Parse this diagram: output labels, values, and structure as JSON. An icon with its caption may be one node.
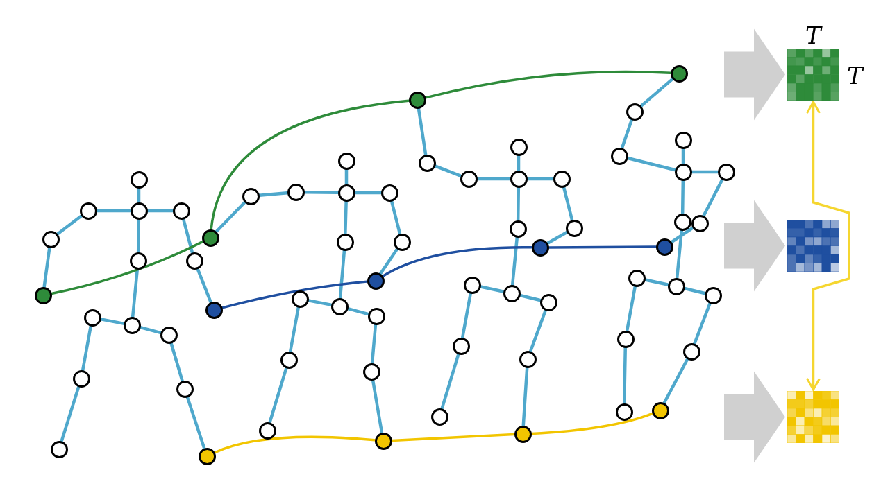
{
  "diagram": {
    "nodes": [
      {
        "text": [],
        "shape": "circle"
      },
      {
        "text": [],
        "shape": "circle"
      },
      {
        "text": [],
        "shape": "circle"
      },
      {
        "text": [],
        "shape": "circle"
      },
      {
        "text": [],
        "shape": "circle"
      },
      {
        "text": [],
        "shape": "circle"
      },
      {
        "text": [],
        "shape": "circle"
      },
      {
        "text": [],
        "shape": "circle"
      },
      {
        "text": [],
        "shape": "circle"
      },
      {
        "text": [],
        "shape": "circle"
      },
      {
        "text": [],
        "shape": "circle"
      },
      {
        "text": [],
        "shape": "circle"
      },
      {
        "text": [],
        "shape": "circle"
      },
      {
        "text": [],
        "shape": "circle"
      },
      {
        "text": [],
        "shape": "circle"
      },
      {
        "text": [],
        "shape": "circle"
      },
      {
        "text": [],
        "shape": "circle"
      },
      {
        "text": [],
        "shape": "circle"
      },
      {
        "text": [],
        "shape": "circle"
      },
      {
        "text": [],
        "shape": "circle"
      },
      {
        "text": [],
        "shape": "circle"
      },
      {
        "text": [],
        "shape": "circle"
      },
      {
        "text": [],
        "shape": "circle"
      },
      {
        "text": [],
        "shape": "circle"
      },
      {
        "text": [],
        "shape": "circle"
      },
      {
        "text": [],
        "shape": "circle"
      },
      {
        "text": [],
        "shape": "circle"
      },
      {
        "text": [],
        "shape": "circle"
      },
      {
        "text": [],
        "shape": "circle"
      },
      {
        "text": [],
        "shape": "circle"
      },
      {
        "text": [],
        "shape": "circle"
      },
      {
        "text": [],
        "shape": "circle"
      },
      {
        "text": [],
        "shape": "circle"
      },
      {
        "text": [],
        "shape": "circle"
      },
      {
        "text": [],
        "shape": "circle"
      },
      {
        "text": [],
        "shape": "circle"
      },
      {
        "text": [],
        "shape": "circle"
      },
      {
        "text": [],
        "shape": "circle"
      },
      {
        "text": [],
        "shape": "circle"
      },
      {
        "text": [],
        "shape": "circle"
      },
      {
        "text": [],
        "shape": "circle"
      },
      {
        "text": [],
        "shape": "circle"
      },
      {
        "text": [],
        "shape": "circle"
      },
      {
        "text": [],
        "shape": "circle"
      },
      {
        "text": [],
        "shape": "circle"
      },
      {
        "text": [],
        "shape": "circle"
      },
      {
        "text": [],
        "shape": "circle"
      },
      {
        "text": [],
        "shape": "circle"
      },
      {
        "text": [],
        "shape": "circle"
      },
      {
        "text": [],
        "shape": "circle"
      },
      {
        "text": [],
        "shape": "circle"
      },
      {
        "text": [],
        "shape": "circle"
      },
      {
        "text": [],
        "shape": "circle"
      },
      {
        "text": [],
        "shape": "circle"
      },
      {
        "text": [],
        "shape": "circle"
      },
      {
        "text": [],
        "shape": "circle"
      },
      {
        "text": [],
        "shape": "circle"
      },
      {
        "text": [],
        "shape": "circle"
      },
      {
        "text": [],
        "shape": "circle"
      },
      {
        "text": [],
        "shape": "circle"
      },
      {
        "text": [],
        "shape": "circle"
      },
      {
        "text": [],
        "shape": "circle"
      },
      {
        "text": [],
        "shape": "circle"
      },
      {
        "text": [],
        "shape": "circle"
      },
      {
        "text": [],
        "shape": "picture",
        "beside": [
          "T",
          "T"
        ]
      },
      {
        "text": [],
        "shape": "picture"
      },
      {
        "text": [],
        "shape": "picture"
      }
    ],
    "edges": [
      {
        "from": 0,
        "to": 1,
        "arrow": "none"
      },
      {
        "from": 1,
        "to": 2,
        "arrow": "none"
      },
      {
        "from": 2,
        "to": 3,
        "arrow": "none"
      },
      {
        "from": 3,
        "to": 4,
        "arrow": "none"
      },
      {
        "from": 1,
        "to": 5,
        "arrow": "none"
      },
      {
        "from": 5,
        "to": 6,
        "arrow": "none"
      },
      {
        "from": 6,
        "to": 7,
        "arrow": "none"
      },
      {
        "from": 1,
        "to": 8,
        "arrow": "none"
      },
      {
        "from": 8,
        "to": 9,
        "arrow": "none"
      },
      {
        "from": 9,
        "to": 10,
        "arrow": "none"
      },
      {
        "from": 10,
        "to": 11,
        "arrow": "none"
      },
      {
        "from": 11,
        "to": 12,
        "arrow": "none"
      },
      {
        "from": 9,
        "to": 13,
        "arrow": "none"
      },
      {
        "from": 13,
        "to": 14,
        "arrow": "none"
      },
      {
        "from": 14,
        "to": 15,
        "arrow": "none"
      },
      {
        "from": 16,
        "to": 17,
        "arrow": "none"
      },
      {
        "from": 17,
        "to": 18,
        "arrow": "none"
      },
      {
        "from": 18,
        "to": 19,
        "arrow": "none"
      },
      {
        "from": 19,
        "to": 20,
        "arrow": "none"
      },
      {
        "from": 17,
        "to": 21,
        "arrow": "none"
      },
      {
        "from": 21,
        "to": 22,
        "arrow": "none"
      },
      {
        "from": 22,
        "to": 23,
        "arrow": "none"
      },
      {
        "from": 17,
        "to": 24,
        "arrow": "none"
      },
      {
        "from": 24,
        "to": 25,
        "arrow": "none"
      },
      {
        "from": 25,
        "to": 26,
        "arrow": "none"
      },
      {
        "from": 26,
        "to": 27,
        "arrow": "none"
      },
      {
        "from": 27,
        "to": 28,
        "arrow": "none"
      },
      {
        "from": 25,
        "to": 29,
        "arrow": "none"
      },
      {
        "from": 29,
        "to": 30,
        "arrow": "none"
      },
      {
        "from": 30,
        "to": 31,
        "arrow": "none"
      },
      {
        "from": 32,
        "to": 33,
        "arrow": "none"
      },
      {
        "from": 33,
        "to": 34,
        "arrow": "none"
      },
      {
        "from": 34,
        "to": 35,
        "arrow": "none"
      },
      {
        "from": 35,
        "to": 36,
        "arrow": "none"
      },
      {
        "from": 33,
        "to": 37,
        "arrow": "none"
      },
      {
        "from": 37,
        "to": 38,
        "arrow": "none"
      },
      {
        "from": 38,
        "to": 39,
        "arrow": "none"
      },
      {
        "from": 33,
        "to": 40,
        "arrow": "none"
      },
      {
        "from": 40,
        "to": 41,
        "arrow": "none"
      },
      {
        "from": 41,
        "to": 42,
        "arrow": "none"
      },
      {
        "from": 42,
        "to": 43,
        "arrow": "none"
      },
      {
        "from": 43,
        "to": 44,
        "arrow": "none"
      },
      {
        "from": 41,
        "to": 45,
        "arrow": "none"
      },
      {
        "from": 45,
        "to": 46,
        "arrow": "none"
      },
      {
        "from": 46,
        "to": 47,
        "arrow": "none"
      },
      {
        "from": 48,
        "to": 49,
        "arrow": "none"
      },
      {
        "from": 49,
        "to": 50,
        "arrow": "none"
      },
      {
        "from": 50,
        "to": 51,
        "arrow": "none"
      },
      {
        "from": 51,
        "to": 52,
        "arrow": "none"
      },
      {
        "from": 49,
        "to": 53,
        "arrow": "none"
      },
      {
        "from": 53,
        "to": 54,
        "arrow": "none"
      },
      {
        "from": 54,
        "to": 55,
        "arrow": "none"
      },
      {
        "from": 49,
        "to": 56,
        "arrow": "none"
      },
      {
        "from": 56,
        "to": 57,
        "arrow": "none"
      },
      {
        "from": 57,
        "to": 58,
        "arrow": "none"
      },
      {
        "from": 58,
        "to": 59,
        "arrow": "none"
      },
      {
        "from": 59,
        "to": 60,
        "arrow": "none"
      },
      {
        "from": 57,
        "to": 61,
        "arrow": "none"
      },
      {
        "from": 61,
        "to": 62,
        "arrow": "none"
      },
      {
        "from": 62,
        "to": 63,
        "arrow": "none"
      },
      {
        "from": 4,
        "to": 20,
        "arrow": "none",
        "color": "#2e8b3a"
      },
      {
        "from": 20,
        "to": 36,
        "arrow": "none",
        "color": "#2e8b3a"
      },
      {
        "from": 36,
        "to": 52,
        "arrow": "none",
        "color": "#2e8b3a"
      },
      {
        "from": 7,
        "to": 23,
        "arrow": "none",
        "color": "#1f4fa0"
      },
      {
        "from": 23,
        "to": 39,
        "arrow": "none",
        "color": "#1f4fa0"
      },
      {
        "from": 39,
        "to": 55,
        "arrow": "none",
        "color": "#1f4fa0"
      },
      {
        "from": 15,
        "to": 31,
        "arrow": "none",
        "color": "#f2c500"
      },
      {
        "from": 31,
        "to": 47,
        "arrow": "none",
        "color": "#f2c500"
      },
      {
        "from": 47,
        "to": 63,
        "arrow": "none",
        "color": "#f2c500"
      },
      {
        "from": null,
        "to": 64,
        "arrow": "to",
        "style": "thick",
        "color": "#d0d0d0"
      },
      {
        "from": null,
        "to": 65,
        "arrow": "to",
        "style": "thick",
        "color": "#d0d0d0"
      },
      {
        "from": null,
        "to": 66,
        "arrow": "to",
        "style": "thick",
        "color": "#d0d0d0"
      },
      {
        "from": 64,
        "to": 66,
        "arrow": "both",
        "color": "#f5d630"
      }
    ]
  }
}
